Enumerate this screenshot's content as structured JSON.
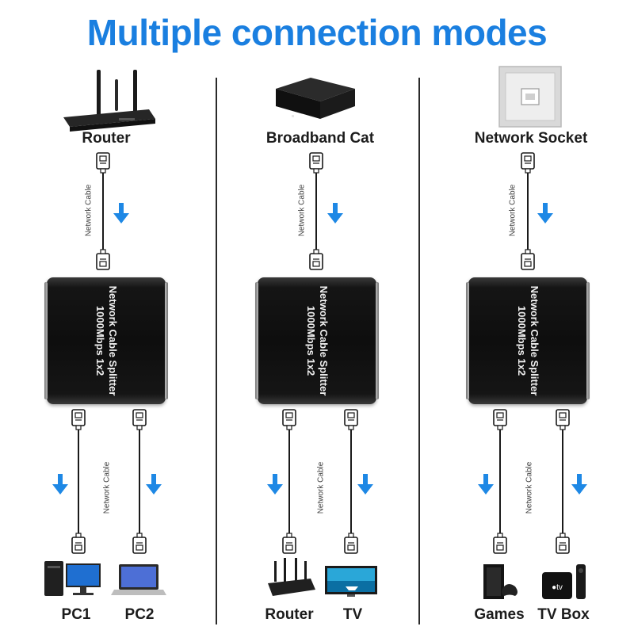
{
  "title": "Multiple connection modes",
  "colors": {
    "accent": "#1a7fe0",
    "arrow": "#1e88e5",
    "device": "#111111"
  },
  "panels": [
    {
      "source": {
        "label": "Router",
        "icon": "router-icon"
      },
      "device": {
        "line1": "Network Cable Splitter",
        "line2": "1000Mbps 1x2"
      },
      "cable_label_top": "Network Cable",
      "cable_label_bottom": "Network Cable",
      "outputs": [
        {
          "label": "PC1",
          "icon": "desktop-pc-icon"
        },
        {
          "label": "PC2",
          "icon": "laptop-icon"
        }
      ]
    },
    {
      "source": {
        "label": "Broadband Cat",
        "icon": "modem-box-icon"
      },
      "device": {
        "line1": "Network Cable Splitter",
        "line2": "1000Mbps 1x2"
      },
      "cable_label_top": "Network Cable",
      "cable_label_bottom": "Network Cable",
      "outputs": [
        {
          "label": "Router",
          "icon": "router-icon"
        },
        {
          "label": "TV",
          "icon": "tv-icon"
        }
      ]
    },
    {
      "source": {
        "label": "Network Socket",
        "icon": "wall-socket-icon"
      },
      "device": {
        "line1": "Network Cable Splitter",
        "line2": "1000Mbps 1x2"
      },
      "cable_label_top": "Network Cable",
      "cable_label_bottom": "Network Cable",
      "outputs": [
        {
          "label": "Games",
          "icon": "game-console-icon"
        },
        {
          "label": "TV Box",
          "icon": "tv-box-icon"
        }
      ]
    }
  ]
}
